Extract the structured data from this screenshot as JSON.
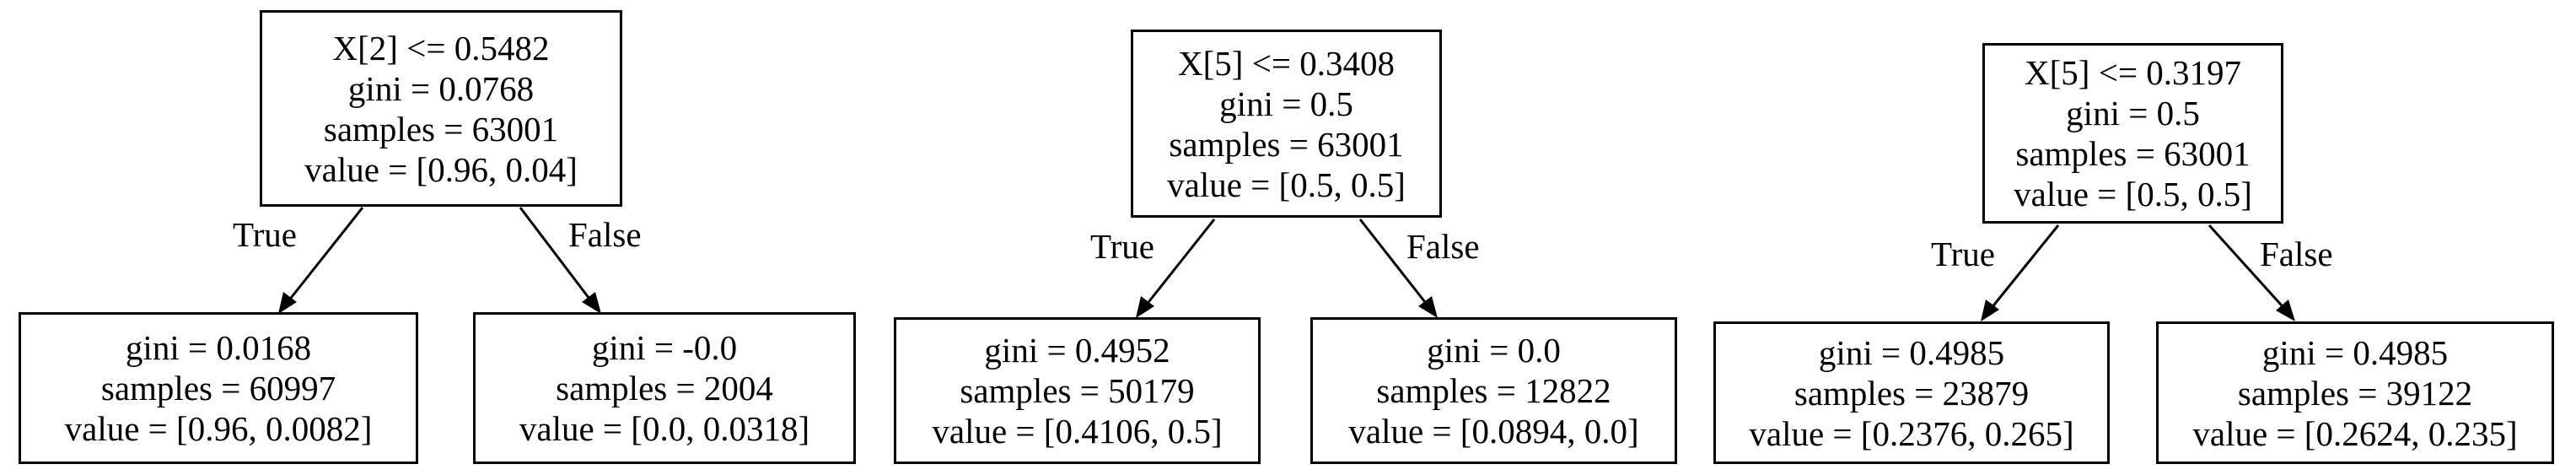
{
  "trees": [
    {
      "root": {
        "lines": [
          "X[2] <= 0.5482",
          "gini = 0.0768",
          "samples = 63001",
          "value = [0.96, 0.04]"
        ]
      },
      "left": {
        "lines": [
          "gini = 0.0168",
          "samples = 60997",
          "value = [0.96, 0.0082]"
        ]
      },
      "right": {
        "lines": [
          "gini = -0.0",
          "samples = 2004",
          "value = [0.0, 0.0318]"
        ]
      },
      "true_label": "True",
      "false_label": "False"
    },
    {
      "root": {
        "lines": [
          "X[5] <= 0.3408",
          "gini = 0.5",
          "samples = 63001",
          "value = [0.5, 0.5]"
        ]
      },
      "left": {
        "lines": [
          "gini = 0.4952",
          "samples = 50179",
          "value = [0.4106, 0.5]"
        ]
      },
      "right": {
        "lines": [
          "gini = 0.0",
          "samples = 12822",
          "value = [0.0894, 0.0]"
        ]
      },
      "true_label": "True",
      "false_label": "False"
    },
    {
      "root": {
        "lines": [
          "X[5] <= 0.3197",
          "gini = 0.5",
          "samples = 63001",
          "value = [0.5, 0.5]"
        ]
      },
      "left": {
        "lines": [
          "gini = 0.4985",
          "samples = 23879",
          "value = [0.2376, 0.265]"
        ]
      },
      "right": {
        "lines": [
          "gini = 0.4985",
          "samples = 39122",
          "value = [0.2624, 0.235]"
        ]
      },
      "true_label": "True",
      "false_label": "False"
    }
  ]
}
